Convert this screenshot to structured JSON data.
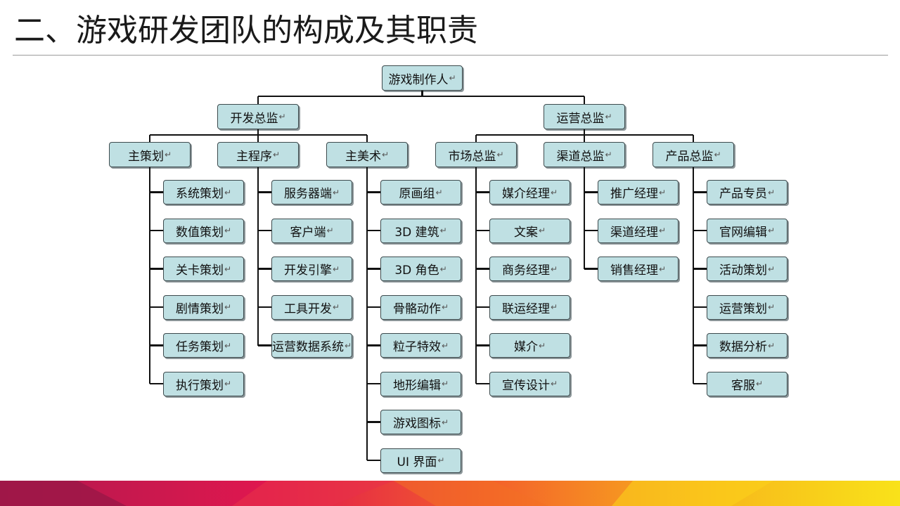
{
  "slide": {
    "title": "二、游戏研发团队的构成及其职责"
  },
  "org": {
    "return_mark": "↵",
    "root": "游戏制作人",
    "directors": [
      {
        "label": "开发总监",
        "leads": [
          {
            "label": "主策划",
            "members": [
              "系统策划",
              "数值策划",
              "关卡策划",
              "剧情策划",
              "任务策划",
              "执行策划"
            ]
          },
          {
            "label": "主程序",
            "members": [
              "服务器端",
              "客户端",
              "开发引擎",
              "工具开发",
              "运营数据系统"
            ]
          },
          {
            "label": "主美术",
            "members": [
              "原画组",
              "3D 建筑",
              "3D 角色",
              "骨骼动作",
              "粒子特效",
              "地形编辑",
              "游戏图标",
              "UI 界面"
            ]
          }
        ]
      },
      {
        "label": "运营总监",
        "leads": [
          {
            "label": "市场总监",
            "members": [
              "媒介经理",
              "文案",
              "商务经理",
              "联运经理",
              "媒介",
              "宣传设计"
            ]
          },
          {
            "label": "渠道总监",
            "members": [
              "推广经理",
              "渠道经理",
              "销售经理"
            ]
          },
          {
            "label": "产品总监",
            "members": [
              "产品专员",
              "官网编辑",
              "活动策划",
              "运营策划",
              "数据分析",
              "客服"
            ]
          }
        ]
      }
    ]
  },
  "colors": {
    "box_fill": "#bfe0e3",
    "box_border": "#3d4a4d",
    "connector": "#111111"
  }
}
